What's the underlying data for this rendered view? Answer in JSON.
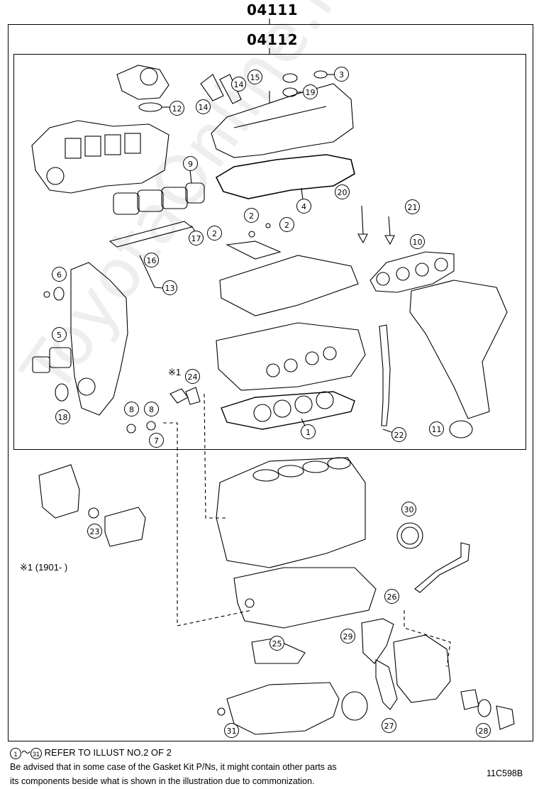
{
  "header": {
    "kit_part": "04111",
    "inner_kit_part": "04112"
  },
  "callouts": {
    "c1": "1",
    "c2a": "2",
    "c2b": "2",
    "c2c": "2",
    "c3": "3",
    "c4": "4",
    "c5": "5",
    "c6": "6",
    "c7": "7",
    "c8a": "8",
    "c8b": "8",
    "c9": "9",
    "c10": "10",
    "c11": "11",
    "c12": "12",
    "c13": "13",
    "c14a": "14",
    "c14b": "14",
    "c15": "15",
    "c16": "16",
    "c17": "17",
    "c18": "18",
    "c19": "19",
    "c20": "20",
    "c21": "21",
    "c22": "22",
    "c23": "23",
    "c24": "24",
    "c25": "25",
    "c26": "26",
    "c27": "27",
    "c28": "28",
    "c29": "29",
    "c30": "30",
    "c31": "31"
  },
  "notes": {
    "mark1": "※1",
    "mark1_range": "※1 (1901-     )",
    "ref_from": "1",
    "ref_tilde": "～",
    "ref_to": "31",
    "ref_text": "REFER TO ILLUST NO.2 OF 2",
    "advise_line1": "Be advised that in some case of the Gasket Kit P/Ns,  it might contain other parts as",
    "advise_line2": "its components beside what is shown in the illustration due to commonization.",
    "illustration_code": "11C598B"
  },
  "watermark": "ToyotaOnline.ru"
}
